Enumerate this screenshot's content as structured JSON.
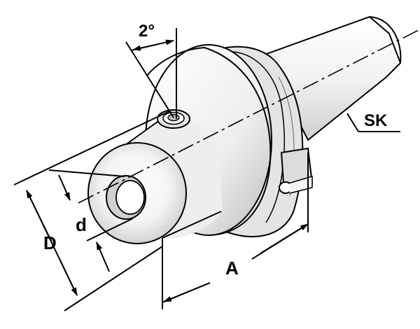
{
  "labels": {
    "angle": "2°",
    "taper": "SK",
    "outer_diameter": "D",
    "bore_diameter": "d",
    "length": "A"
  }
}
